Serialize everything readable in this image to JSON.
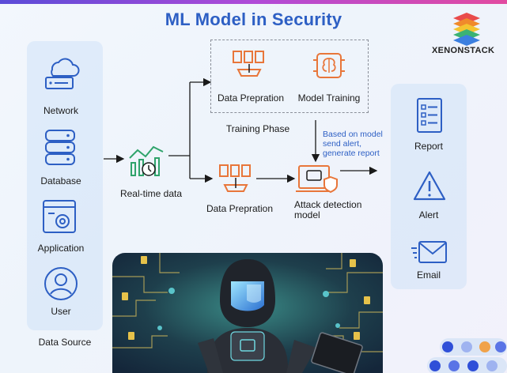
{
  "title": "ML Model in Security",
  "brand": {
    "name": "XENONSTACK"
  },
  "data_sources": {
    "items": [
      {
        "label": "Network",
        "icon": "cloud-network-icon"
      },
      {
        "label": "Database",
        "icon": "database-icon"
      },
      {
        "label": "Application",
        "icon": "application-gear-icon"
      },
      {
        "label": "User",
        "icon": "user-icon"
      }
    ],
    "caption": "Data Source"
  },
  "flow": {
    "realtime": "Real-time data",
    "training_prep": "Data Prepration",
    "model_training": "Model Training",
    "training_phase": "Training Phase",
    "prep": "Data Prepration",
    "attack_model": "Attack detection model",
    "note": "Based on model send alert, generate report"
  },
  "outputs": {
    "items": [
      {
        "label": "Report",
        "icon": "report-icon"
      },
      {
        "label": "Alert",
        "icon": "alert-icon"
      },
      {
        "label": "Email",
        "icon": "email-icon"
      }
    ]
  },
  "colors": {
    "title": "#2d5fc4",
    "accent_orange": "#e8763a",
    "accent_green": "#2fa36b",
    "icon_blue": "#2d5fc4"
  }
}
